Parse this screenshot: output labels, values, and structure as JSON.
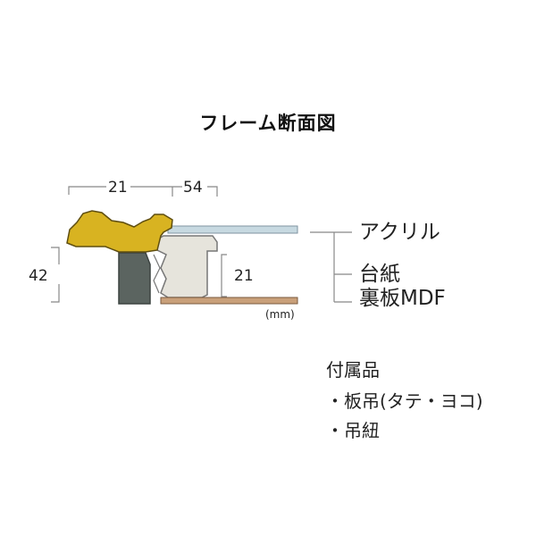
{
  "title": "フレーム断面図",
  "dimensions": {
    "width_molding": "21",
    "width_rabbet": "54",
    "height_total": "42",
    "height_inner": "21",
    "unit": "(mm)"
  },
  "parts": {
    "acrylic": "アクリル",
    "mount": "台紙",
    "backboard": "裏板MDF"
  },
  "accessories": {
    "title": "付属品",
    "items": [
      "・板吊(タテ・ヨコ)",
      "・吊紐"
    ]
  },
  "colors": {
    "molding_gold": "#D8B321",
    "frame_core": "#5B6460",
    "inner_frame": "#E6E4DC",
    "backboard": "#C9A07A",
    "acrylic": "#C7D9E1"
  }
}
